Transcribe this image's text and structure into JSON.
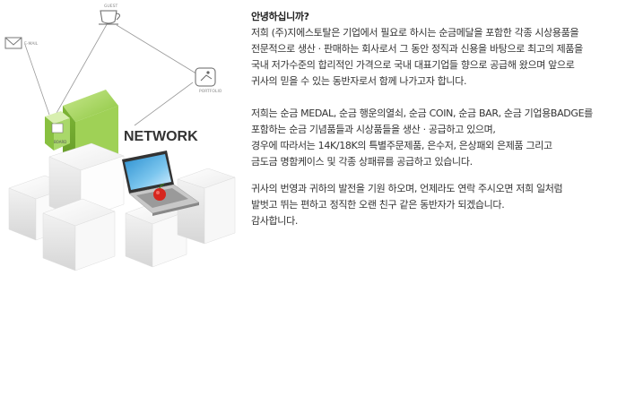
{
  "hero": {
    "icons": {
      "email_label": "E-MAIL",
      "guest_label": "GUEST",
      "portfolio_label": "PORTFOLIO",
      "board_label": "BOARD"
    },
    "network_label": "NETWORK",
    "colors": {
      "accent_green": "#8cc63f",
      "cube_white": "#f4f4f4",
      "cube_shadow": "#d9d9d9",
      "network_text": "#333333",
      "apple_red": "#d7261e"
    }
  },
  "content": {
    "heading": "안녕하십니까?",
    "paragraph1": [
      "저희 (주)지에스토탈은 기업에서 필요로 하시는 순금메달을 포함한 각종 시상용품을",
      "전문적으로 생산 · 판매하는 회사로서 그 동안 정직과 신용을 바탕으로 최고의 제품을",
      "국내 저가수준의 합리적인 가격으로 국내 대표기업들 향으로 공급해 왔으며 앞으로",
      "귀사의 믿을 수 있는 동반자로서 함께 나가고자 합니다."
    ],
    "paragraph2": [
      "저희는 순금 MEDAL, 순금 행운의열쇠, 순금 COIN, 순금 BAR, 순금 기업용BADGE를",
      "포함하는 순금 기념품들과 시상품들을 생산 · 공급하고 있으며,",
      "경우에 따라서는 14K/18K의 특별주문제품, 은수저, 은상패외 은제품 그리고",
      "금도금 명함케이스 및 각종 상패류를 공급하고 있습니다."
    ],
    "paragraph3": [
      "귀사의 번영과 귀하의 발전을 기원 하오며, 언제라도 연락 주시오면 저희 일처럼",
      "발벗고 뛰는 편하고 정직한 오랜 친구 같은 동반자가 되겠습니다.",
      "감사합니다."
    ]
  }
}
